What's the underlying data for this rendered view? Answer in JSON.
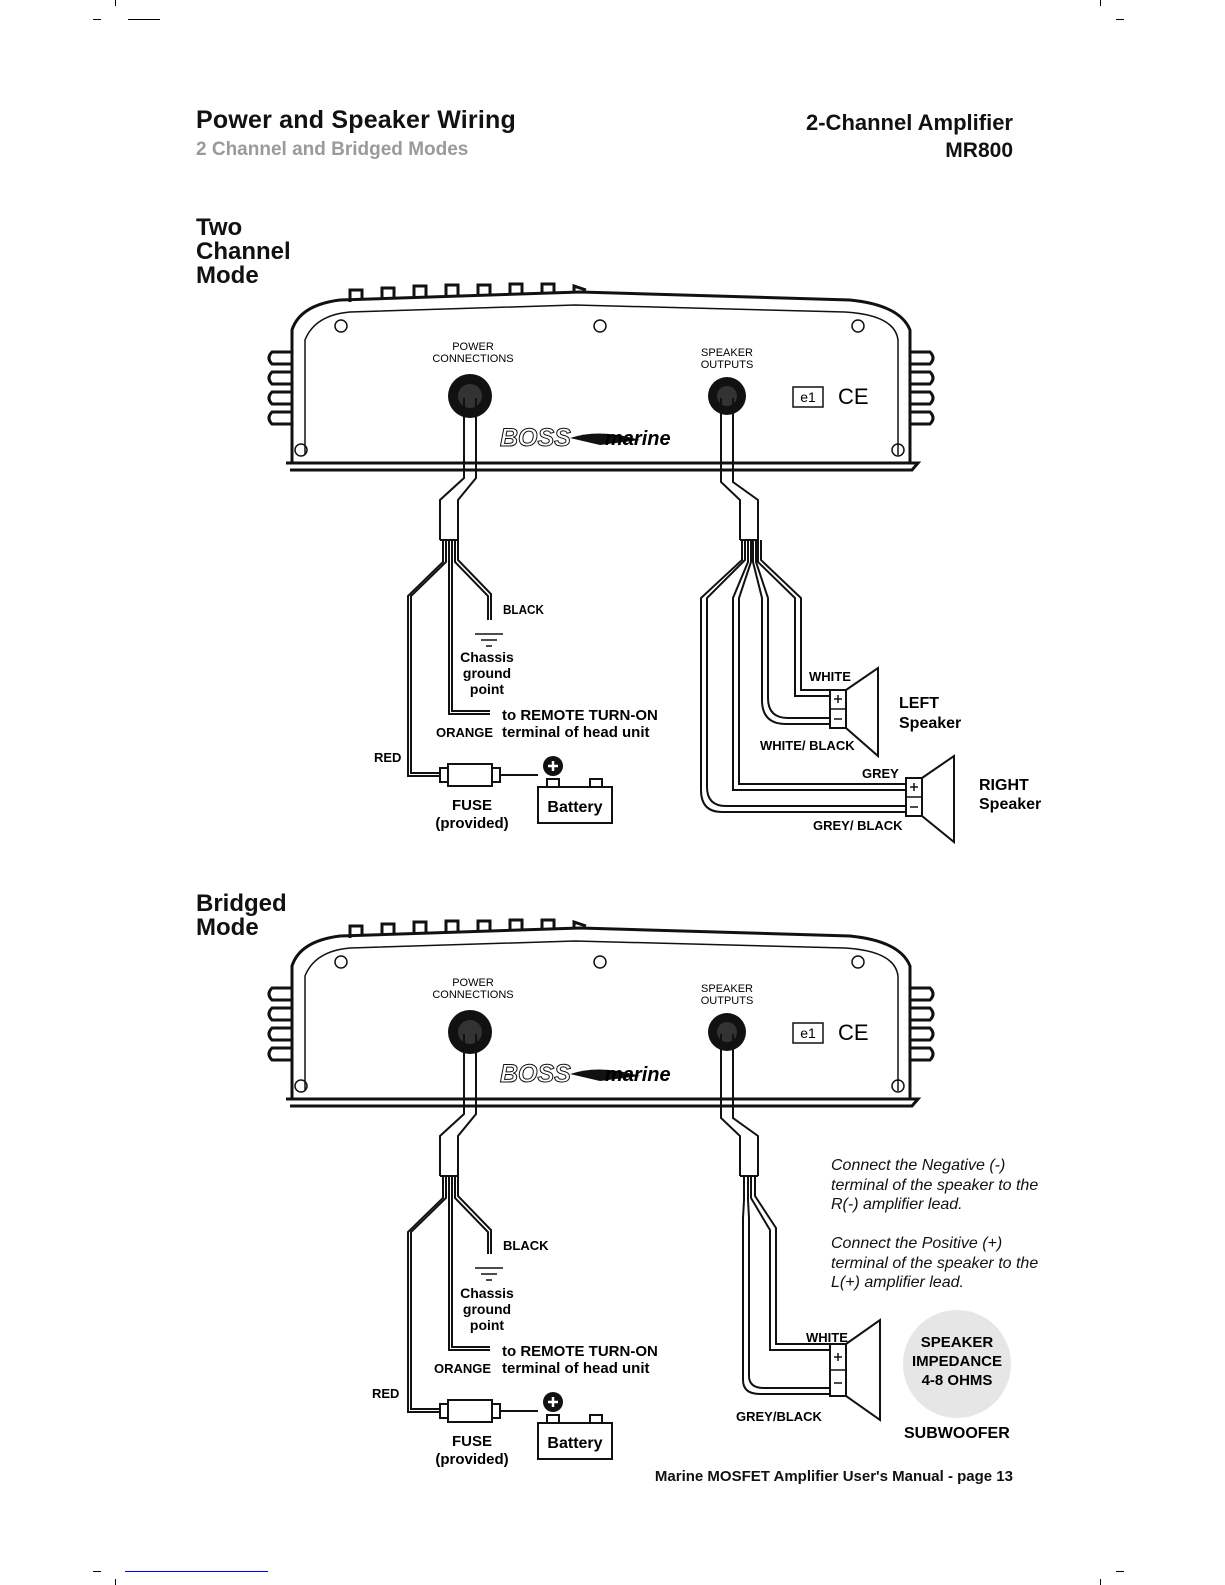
{
  "header": {
    "title": "Power and Speaker Wiring",
    "subtitle": "2 Channel and Bridged Modes",
    "product": "2-Channel Amplifier",
    "model": "MR800"
  },
  "sections": {
    "two_channel": "Two Channel Mode",
    "two_channel_lines": [
      "Two",
      "Channel",
      "Mode"
    ],
    "bridged_lines": [
      "Bridged",
      "Mode"
    ]
  },
  "amp": {
    "power_label": [
      "POWER",
      "CONNECTIONS"
    ],
    "speaker_label": [
      "SPEAKER",
      "OUTPUTS"
    ],
    "brand": "BOSS",
    "brand_suffix": "marine",
    "cert": "e1",
    "ce": "CE"
  },
  "wiring": {
    "black": "BLACK",
    "chassis": [
      "Chassis",
      "ground",
      "point"
    ],
    "remote": [
      "to REMOTE TURN-ON",
      "terminal of head unit"
    ],
    "orange": "ORANGE",
    "red": "RED",
    "fuse": [
      "FUSE",
      "(provided)"
    ],
    "battery": "Battery"
  },
  "two_channel_speakers": {
    "white": "WHITE",
    "white_black": "WHITE/ BLACK",
    "grey": "GREY",
    "grey_black": "GREY/ BLACK",
    "left": [
      "LEFT",
      "Speaker"
    ],
    "right": [
      "RIGHT",
      "Speaker"
    ]
  },
  "bridged_speakers": {
    "white": "WHITE",
    "grey_black": "GREY/BLACK",
    "subwoofer": "SUBWOOFER",
    "impedance": [
      "SPEAKER",
      "IMPEDANCE",
      "4-8 OHMS"
    ]
  },
  "notes": [
    [
      "Connect the Negative (-)",
      "terminal of the speaker to the",
      "R(-) amplifier lead."
    ],
    [
      "Connect the Positive (+)",
      "terminal of the speaker to the",
      "L(+) amplifier lead."
    ]
  ],
  "footer": "Marine MOSFET Amplifier User's Manual - page 13"
}
